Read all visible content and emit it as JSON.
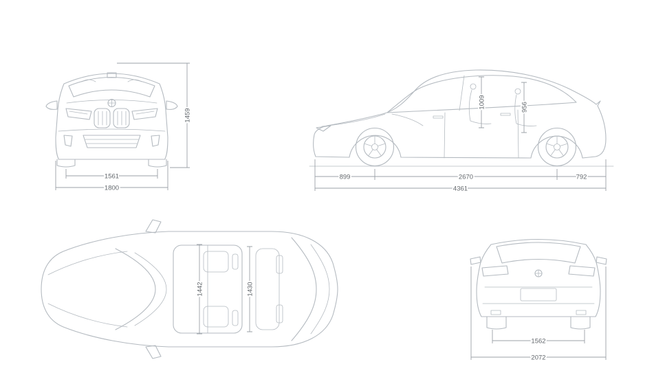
{
  "colors": {
    "drawing_line": "#b4bac0",
    "dimension_line": "#9ba1a7",
    "label_text": "#63686d",
    "background": "#ffffff"
  },
  "views": {
    "front": {
      "dims": {
        "track_width": "1561",
        "overall_width": "1800",
        "overall_height": "1459"
      }
    },
    "side": {
      "dims": {
        "front_overhang": "899",
        "wheelbase": "2670",
        "rear_overhang": "792",
        "overall_length": "4361",
        "front_headroom": "1009",
        "rear_headroom": "956"
      }
    },
    "top": {
      "dims": {
        "front_interior_width": "1442",
        "rear_interior_width": "1430"
      }
    },
    "rear": {
      "dims": {
        "rear_track_width": "1562",
        "overall_width_with_mirrors": "2072"
      }
    }
  }
}
